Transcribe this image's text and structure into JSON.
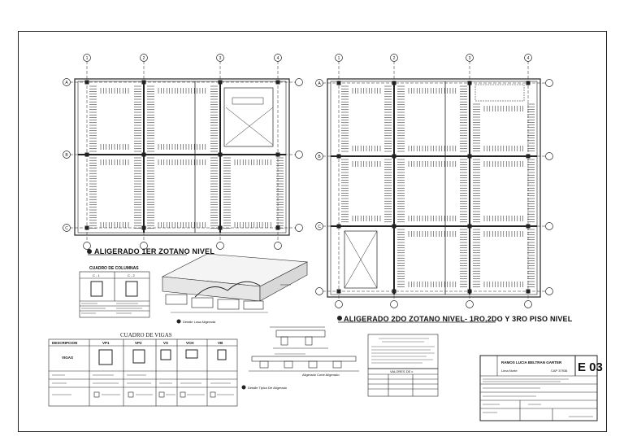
{
  "sheet": {
    "number": "E 03",
    "designer": "RAMOS LUCIA BELTRAN GARTER",
    "designer_line2": "Lima Norte",
    "designer_cap": "CAP 37936"
  },
  "plans": {
    "left_title": "ALIGERADO 1ER ZOTANO NIVEL",
    "right_title": "ALIGERADO 2DO ZOTANO NIVEL- 1RO,2DO Y 3RO PISO NIVEL",
    "left_grid_cols": [
      "1",
      "2",
      "3",
      "4"
    ],
    "right_grid_cols": [
      "1",
      "2",
      "3",
      "4"
    ],
    "grid_rows": [
      "A",
      "B",
      "C"
    ]
  },
  "columns_table": {
    "title": "CUADRO DE COLUMNAS",
    "headers": [
      "C - 1",
      "C - 2"
    ]
  },
  "beams_table": {
    "title": "CUADRO DE VIGAS",
    "headers": [
      "DESCRIPCION",
      "VP1",
      "VP2",
      "VS",
      "VCH",
      "VB"
    ],
    "row_labels": [
      "VIGAS",
      "",
      "",
      ""
    ]
  },
  "details": {
    "slab_detail": "Detalle Losa Aligerada",
    "joist_detail": "Detalle Tipico De Aligerado",
    "joist_section": "Aligerado Corte Aligerado",
    "loads_title": "VALORES DE c"
  }
}
